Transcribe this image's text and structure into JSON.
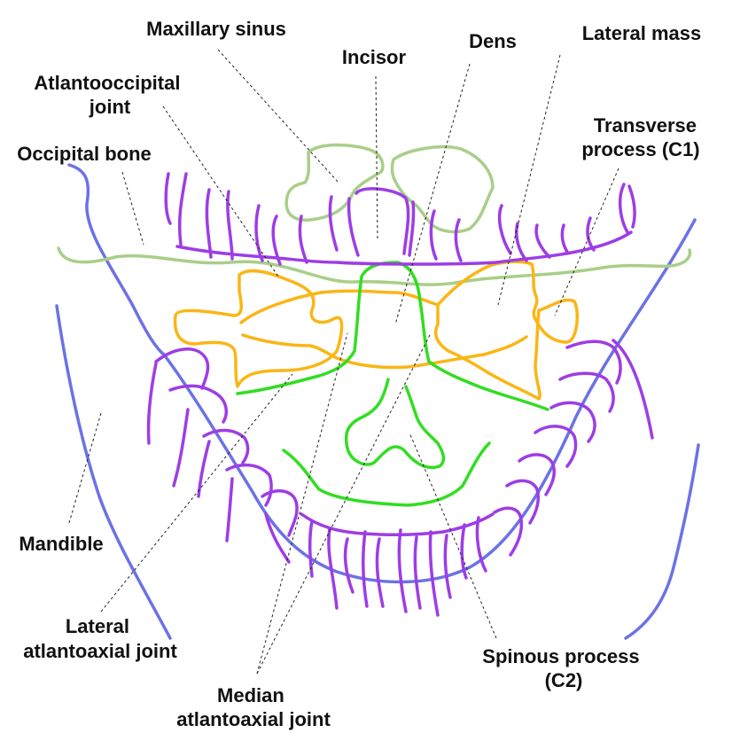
{
  "diagram": {
    "colors": {
      "teeth": "#9d3de6",
      "mandible": "#6b72e6",
      "sinus": "#a8cf88",
      "atlas": "#fbb515",
      "axis": "#33dd22",
      "label": "#111111",
      "leader": "#222222"
    },
    "labels": {
      "maxillary_sinus": "Maxillary sinus",
      "incisor": "Incisor",
      "dens": "Dens",
      "lateral_mass": "Lateral mass",
      "atlantooccipital_joint_line1": "Atlantooccipital",
      "atlantooccipital_joint_line2": "joint",
      "occipital_bone": "Occipital bone",
      "transverse_process_line1": "Transverse",
      "transverse_process_line2": "process (C1)",
      "mandible": "Mandible",
      "lateral_atlantoaxial_line1": "Lateral",
      "lateral_atlantoaxial_line2": "atlantoaxial joint",
      "spinous_process_line1": "Spinous process",
      "spinous_process_line2": "(C2)",
      "median_atlantoaxial_line1": "Median",
      "median_atlantoaxial_line2": "atlantoaxial joint"
    }
  }
}
